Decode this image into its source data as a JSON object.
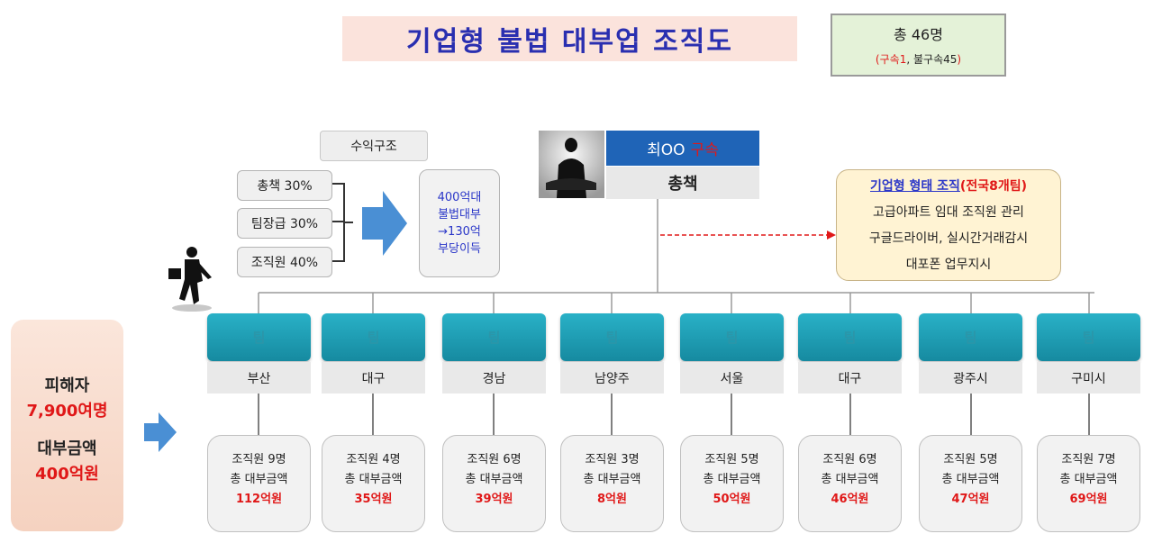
{
  "title": "기업형 불법 대부업 조직도",
  "total": {
    "line1": "총 46명",
    "detained": "구속1",
    "separator": ",",
    "not_detained": "불구속45",
    "paren_open": "(",
    "paren_close": ")"
  },
  "revenue": {
    "title": "수익구조",
    "shares": [
      "총책 30%",
      "팀장급 30%",
      "조직원 40%"
    ],
    "money_lines": [
      "400억대",
      "불법대부",
      "→130억",
      "부당이득"
    ]
  },
  "boss": {
    "name": "최OO",
    "status": "구속",
    "role": "총책"
  },
  "organization": {
    "headline": "기업형 형태 조직",
    "headline_detail": "(전국8개팀)",
    "lines": [
      "고급아파트 임대 조직원 관리",
      "구글드라이버, 실시간거래감시",
      "대포폰 업무지시"
    ]
  },
  "victims": {
    "label1": "피해자",
    "value1": "7,900여명",
    "label2": "대부금액",
    "value2": "400억원"
  },
  "teams": [
    {
      "head": "팀",
      "region": "부산",
      "members": "조직원 9명",
      "amount_label": "총 대부금액",
      "amount": "112억원"
    },
    {
      "head": "팀",
      "region": "대구",
      "members": "조직원 4명",
      "amount_label": "총 대부금액",
      "amount": "35억원"
    },
    {
      "head": "팀",
      "region": "경남",
      "members": "조직원 6명",
      "amount_label": "총 대부금액",
      "amount": "39억원"
    },
    {
      "head": "팀",
      "region": "남양주",
      "members": "조직원 3명",
      "amount_label": "총 대부금액",
      "amount": "8억원"
    },
    {
      "head": "팀",
      "region": "서울",
      "members": "조직원 5명",
      "amount_label": "총 대부금액",
      "amount": "50억원"
    },
    {
      "head": "팀",
      "region": "대구",
      "members": "조직원 6명",
      "amount_label": "총 대부금액",
      "amount": "46억원"
    },
    {
      "head": "팀",
      "region": "광주시",
      "members": "조직원 5명",
      "amount_label": "총 대부금액",
      "amount": "47억원"
    },
    {
      "head": "팀",
      "region": "구미시",
      "members": "조직원 7명",
      "amount_label": "총 대부금액",
      "amount": "69억원"
    }
  ],
  "colors": {
    "title_text": "#2a2fb0",
    "boss_header": "#1f64b7",
    "team_header": "#1f9db4",
    "amount_red": "#e01818",
    "dashed_arrow": "#e01818"
  }
}
